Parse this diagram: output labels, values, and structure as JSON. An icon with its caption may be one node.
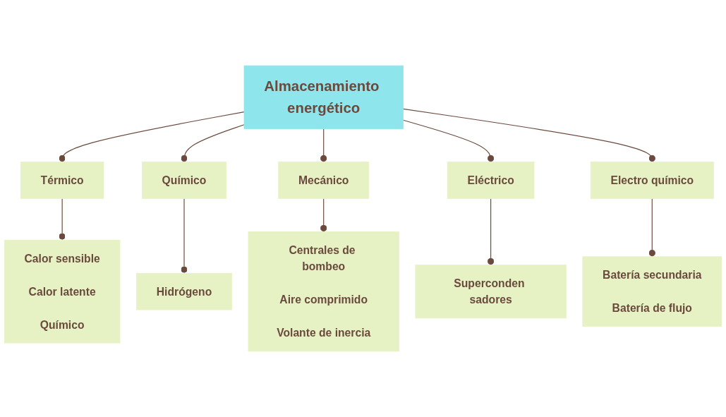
{
  "diagram": {
    "nodes": [
      {
        "text": [
          "Almacenamiento energético"
        ]
      },
      {
        "text": [
          "Térmico"
        ]
      },
      {
        "text": [
          "Químico"
        ]
      },
      {
        "text": [
          "Mecánico"
        ]
      },
      {
        "text": [
          "Eléctrico"
        ]
      },
      {
        "text": [
          "Electro químico"
        ]
      },
      {
        "text": [
          "Calor sensible",
          "Calor latente",
          "Químico"
        ]
      },
      {
        "text": [
          "Hidrógeno"
        ]
      },
      {
        "text": [
          "Centrales de bombeo",
          "Aire comprimido",
          "Volante de inercia"
        ]
      },
      {
        "text": [
          "Superconden sadores"
        ]
      },
      {
        "text": [
          "Batería secundaria",
          "Batería de flujo"
        ]
      }
    ],
    "edges": [
      {
        "from": 0,
        "to": 1,
        "arrow": "other"
      },
      {
        "from": 0,
        "to": 2,
        "arrow": "other"
      },
      {
        "from": 0,
        "to": 3,
        "arrow": "other"
      },
      {
        "from": 0,
        "to": 4,
        "arrow": "other"
      },
      {
        "from": 0,
        "to": 5,
        "arrow": "other"
      },
      {
        "from": 1,
        "to": 6,
        "arrow": "other"
      },
      {
        "from": 2,
        "to": 7,
        "arrow": "other"
      },
      {
        "from": 3,
        "to": 8,
        "arrow": "other"
      },
      {
        "from": 4,
        "to": 9,
        "arrow": "other"
      },
      {
        "from": 5,
        "to": 10,
        "arrow": "other"
      }
    ]
  }
}
